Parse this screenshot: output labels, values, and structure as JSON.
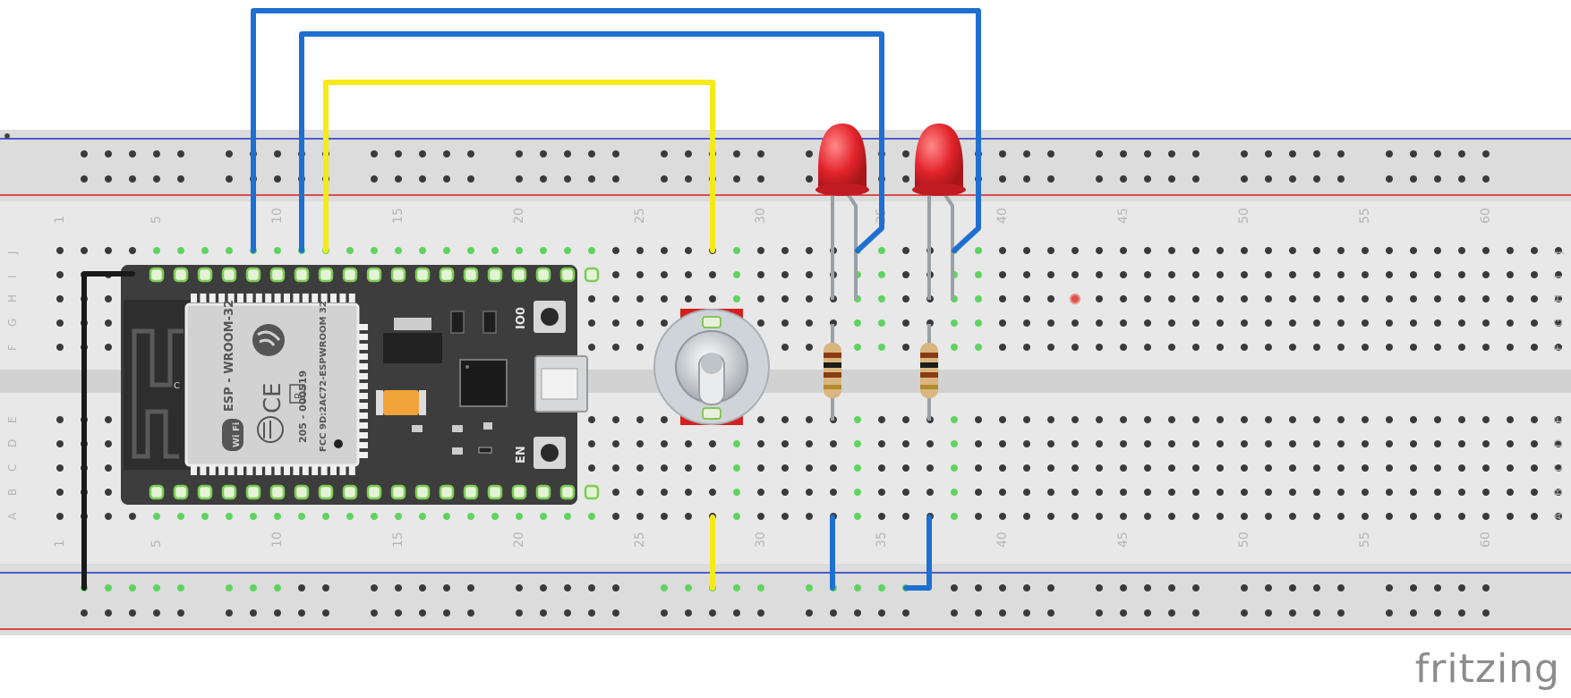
{
  "brand": "fritzing",
  "breadboard": {
    "column_numbers": [
      "1",
      "5",
      "10",
      "15",
      "20",
      "25",
      "30",
      "35",
      "40",
      "45",
      "50",
      "55",
      "60"
    ],
    "row_letters_top": [
      "J",
      "I",
      "H",
      "G",
      "F"
    ],
    "row_letters_bottom": [
      "E",
      "D",
      "C",
      "B",
      "A"
    ]
  },
  "esp32": {
    "module_label": "ESP - WROOM-32",
    "fcc_label": "FCC 9D:2AC72-ESPWROOM 32",
    "cert_label": "205 - 000519",
    "ce_mark": "CE",
    "r_mark": "R",
    "wifi_mark": "Wi Fi",
    "c_mark": "C",
    "io0_label": "IO0",
    "en_label": "EN"
  },
  "colors": {
    "board": "#e6e6e6",
    "rail": "#d9d9d9",
    "blue_line": "#1a35c7",
    "red_line": "#d11f1f",
    "wire_blue": "#1f6fd1",
    "wire_yellow": "#f5ea18",
    "wire_black": "#1a1a1a",
    "hole": "#3a3a3a",
    "hole_green": "#5fd35f",
    "esp_board": "#3d3d3d",
    "led": "#e3242b",
    "brand": "#8c8c8c"
  }
}
